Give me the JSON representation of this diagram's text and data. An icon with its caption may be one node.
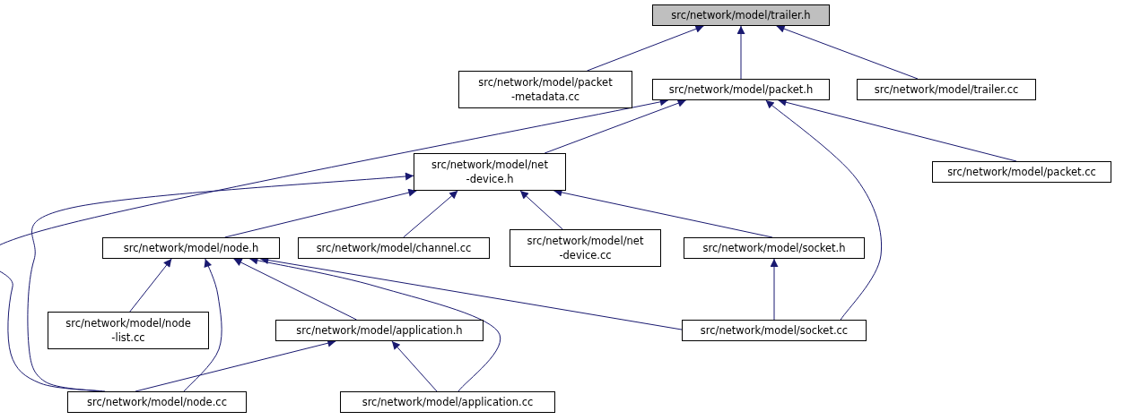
{
  "diagram": {
    "nodes": [
      {
        "text": [
          "src/network/model/trailer.h"
        ]
      },
      {
        "text": [
          "src/network/model/packet -metadata.cc"
        ]
      },
      {
        "text": [
          "src/network/model/packet.h"
        ]
      },
      {
        "text": [
          "src/network/model/trailer.cc"
        ]
      },
      {
        "text": [
          "src/network/model/net -device.h"
        ]
      },
      {
        "text": [
          "src/network/model/packet.cc"
        ]
      },
      {
        "text": [
          "src/network/model/node.h"
        ]
      },
      {
        "text": [
          "src/network/model/channel.cc"
        ]
      },
      {
        "text": [
          "src/network/model/net -device.cc"
        ]
      },
      {
        "text": [
          "src/network/model/socket.h"
        ]
      },
      {
        "text": [
          "src/network/model/node -list.cc"
        ]
      },
      {
        "text": [
          "src/network/model/application.h"
        ]
      },
      {
        "text": [
          "src/network/model/socket.cc"
        ]
      },
      {
        "text": [
          "src/network/model/node.cc"
        ]
      },
      {
        "text": [
          "src/network/model/application.cc"
        ]
      }
    ],
    "edges": [
      {
        "from": 1,
        "to": 0,
        "arrow": "to"
      },
      {
        "from": 2,
        "to": 0,
        "arrow": "to"
      },
      {
        "from": 3,
        "to": 0,
        "arrow": "to"
      },
      {
        "from": 4,
        "to": 2,
        "arrow": "to"
      },
      {
        "from": 5,
        "to": 2,
        "arrow": "to"
      },
      {
        "from": 12,
        "to": 2,
        "arrow": "to"
      },
      {
        "from": 13,
        "to": 2,
        "arrow": "to"
      },
      {
        "from": 6,
        "to": 4,
        "arrow": "to"
      },
      {
        "from": 7,
        "to": 4,
        "arrow": "to"
      },
      {
        "from": 8,
        "to": 4,
        "arrow": "to"
      },
      {
        "from": 9,
        "to": 4,
        "arrow": "to"
      },
      {
        "from": 13,
        "to": 4,
        "arrow": "to"
      },
      {
        "from": 10,
        "to": 6,
        "arrow": "to"
      },
      {
        "from": 13,
        "to": 6,
        "arrow": "to"
      },
      {
        "from": 11,
        "to": 6,
        "arrow": "to"
      },
      {
        "from": 14,
        "to": 6,
        "arrow": "to"
      },
      {
        "from": 12,
        "to": 6,
        "arrow": "to"
      },
      {
        "from": 12,
        "to": 9,
        "arrow": "to"
      },
      {
        "from": 13,
        "to": 11,
        "arrow": "to"
      },
      {
        "from": 14,
        "to": 11,
        "arrow": "to"
      }
    ]
  }
}
